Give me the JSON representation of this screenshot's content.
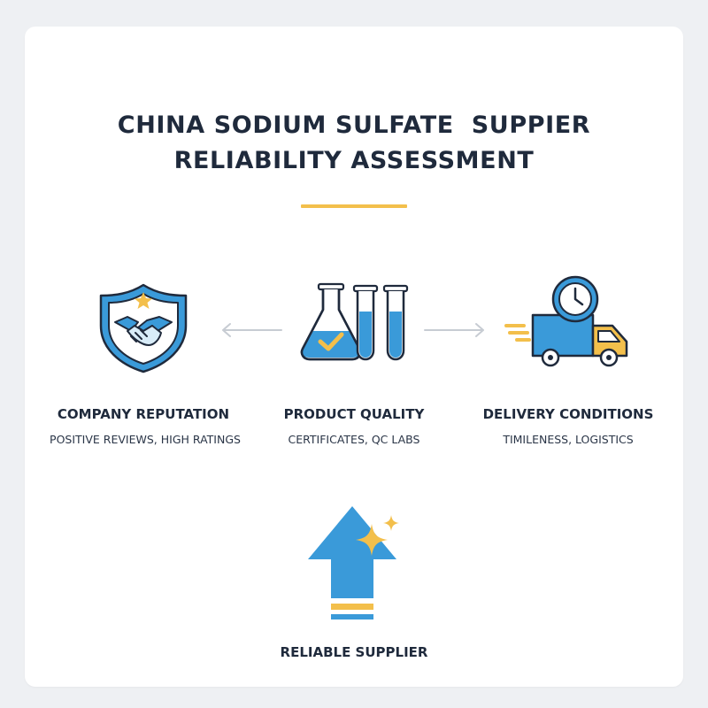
{
  "title": {
    "line1": "CHINA SODIUM SULFATE  SUPPIER",
    "line2": "RELIABILITY ASSESSMENT"
  },
  "colors": {
    "navy": "#1f2a3c",
    "blue": "#3a9ad9",
    "light_blue": "#d8ecf8",
    "gold": "#f3bf4b",
    "arrow_gray": "#c7ccd3"
  },
  "factors": [
    {
      "label": "COMPANY REPUTATION",
      "subtitle": "POSITIVE REVIEWS, HIGH RATINGS",
      "icon": "shield-handshake-icon"
    },
    {
      "label": "PRODUCT QUALITY",
      "subtitle": "CERTIFICATES, QC LABS",
      "icon": "lab-flask-test-tubes-icon"
    },
    {
      "label": "DELIVERY CONDITIONS",
      "subtitle": "TIMILENESS, LOGISTICS",
      "icon": "delivery-truck-clock-icon"
    }
  ],
  "result": {
    "label": "RELIABLE SUPPLIER",
    "icon": "up-arrow-sparkle-icon"
  }
}
